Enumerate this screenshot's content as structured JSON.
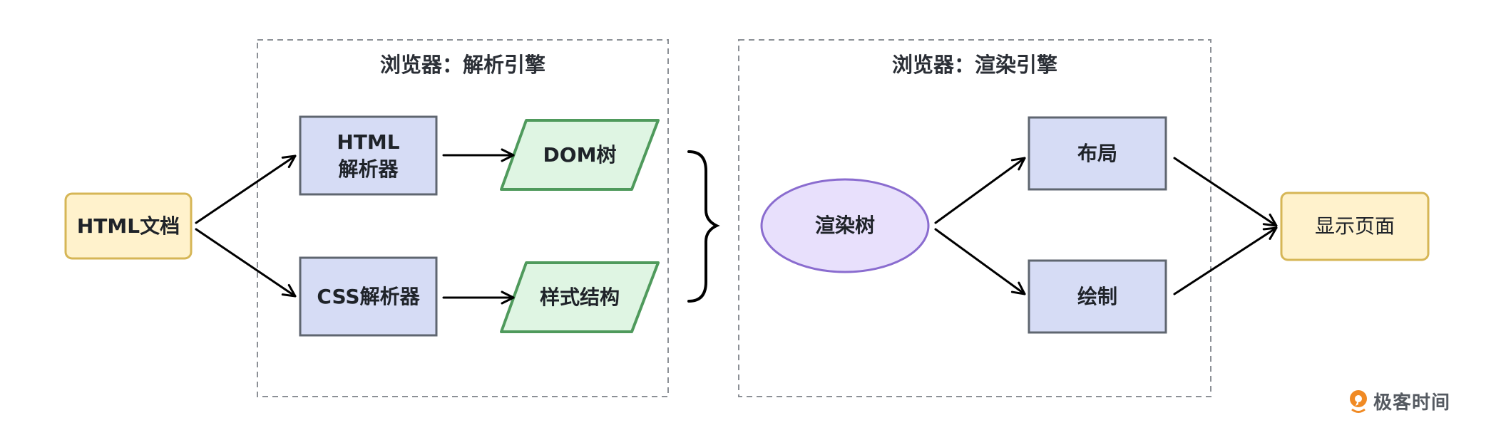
{
  "diagram": {
    "panels": {
      "parse": {
        "title": "浏览器：解析引擎"
      },
      "render": {
        "title": "浏览器：渲染引擎"
      }
    },
    "nodes": {
      "html_doc": {
        "label": "HTML文档",
        "shape": "rounded-rect"
      },
      "html_parser": {
        "label_line1": "HTML",
        "label_line2": "解析器",
        "shape": "rect"
      },
      "css_parser": {
        "label": "CSS解析器",
        "shape": "rect"
      },
      "dom_tree": {
        "label": "DOM树",
        "shape": "parallelogram"
      },
      "style_struct": {
        "label": "样式结构",
        "shape": "parallelogram"
      },
      "render_tree": {
        "label": "渲染树",
        "shape": "ellipse"
      },
      "layout": {
        "label": "布局",
        "shape": "rect"
      },
      "paint": {
        "label": "绘制",
        "shape": "rect"
      },
      "display_page": {
        "label": "显示页面",
        "shape": "rounded-rect"
      }
    },
    "edges": [
      {
        "from": "HTML文档",
        "to": "HTML解析器"
      },
      {
        "from": "HTML文档",
        "to": "CSS解析器"
      },
      {
        "from": "HTML解析器",
        "to": "DOM树"
      },
      {
        "from": "CSS解析器",
        "to": "样式结构"
      },
      {
        "from": "DOM树 + 样式结构",
        "to": "渲染树",
        "style": "brace"
      },
      {
        "from": "渲染树",
        "to": "布局"
      },
      {
        "from": "渲染树",
        "to": "绘制"
      },
      {
        "from": "布局",
        "to": "显示页面"
      },
      {
        "from": "绘制",
        "to": "显示页面"
      }
    ],
    "colors": {
      "doc_fill": "#fff2cc",
      "doc_stroke": "#d6b656",
      "process_fill": "#d6dcf5",
      "process_stroke": "#5f6670",
      "data_fill": "#dff5e3",
      "data_stroke": "#4f9a5c",
      "tree_fill": "#e8e0fc",
      "tree_stroke": "#8a6ccf",
      "panel_border": "#8c9096",
      "arrow": "#000000"
    }
  },
  "watermark": {
    "text": "极客时间",
    "icon": "geektime-logo-icon",
    "icon_color": "#f08a24"
  }
}
